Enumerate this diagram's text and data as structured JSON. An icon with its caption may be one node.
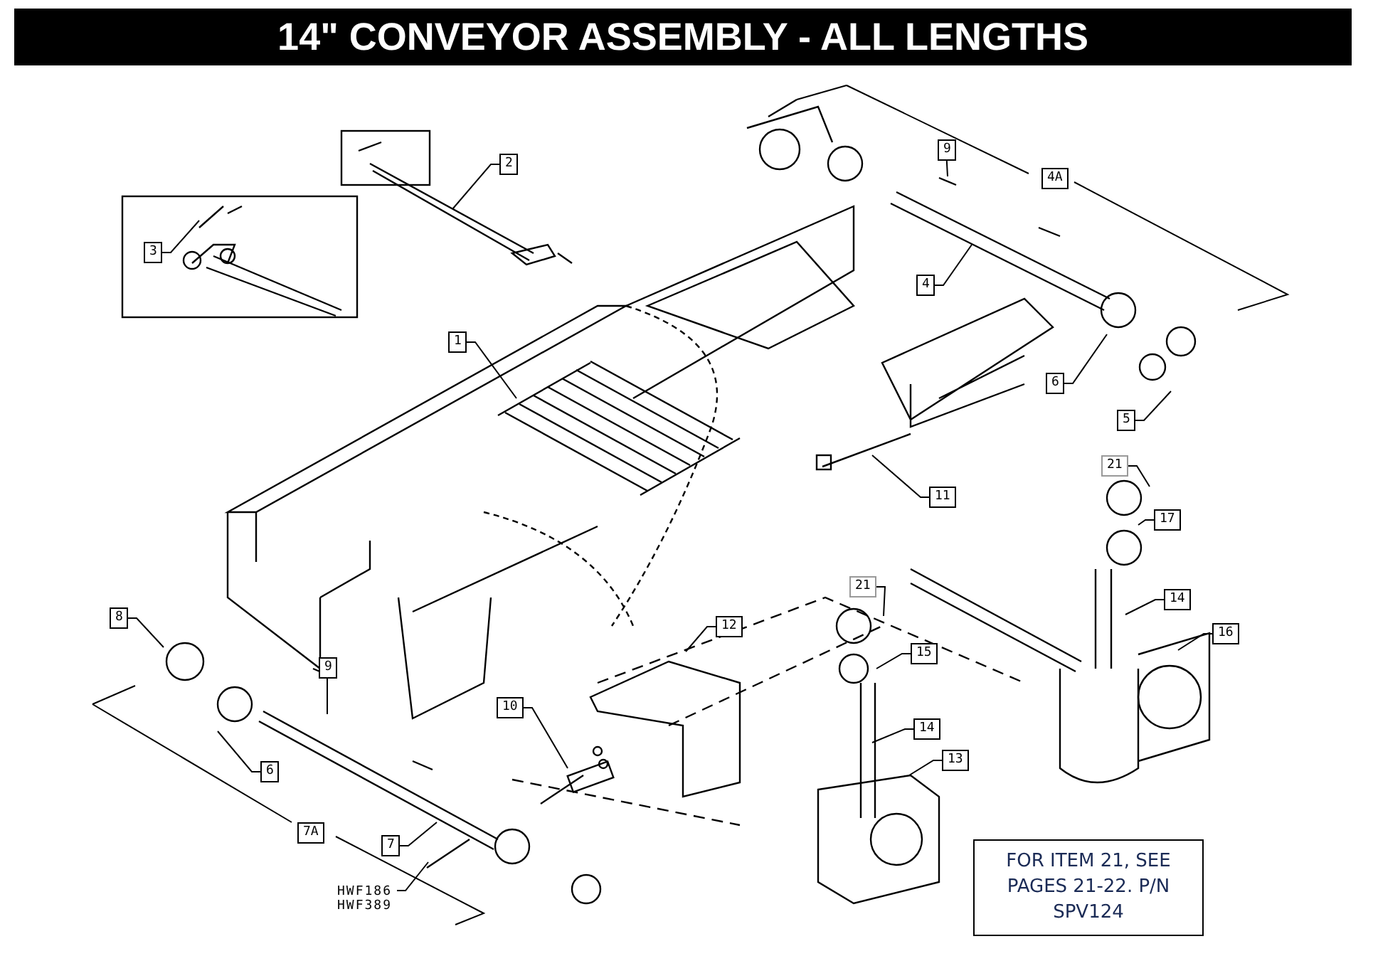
{
  "diagram": {
    "title": "14\" CONVEYOR ASSEMBLY - ALL LENGTHS",
    "nodes": [
      {
        "text": [
          "2"
        ]
      },
      {
        "text": [
          "3"
        ]
      },
      {
        "text": [
          "9"
        ]
      },
      {
        "text": [
          "4A"
        ]
      },
      {
        "text": [
          "4"
        ]
      },
      {
        "text": [
          "1"
        ]
      },
      {
        "text": [
          "6"
        ]
      },
      {
        "text": [
          "5"
        ]
      },
      {
        "text": [
          "11"
        ]
      },
      {
        "text": [
          "21"
        ]
      },
      {
        "text": [
          "17"
        ]
      },
      {
        "text": [
          "8"
        ]
      },
      {
        "text": [
          "9"
        ]
      },
      {
        "text": [
          "14"
        ]
      },
      {
        "text": [
          "16"
        ]
      },
      {
        "text": [
          "12"
        ]
      },
      {
        "text": [
          "21"
        ]
      },
      {
        "text": [
          "15"
        ]
      },
      {
        "text": [
          "10"
        ]
      },
      {
        "text": [
          "6"
        ]
      },
      {
        "text": [
          "14"
        ]
      },
      {
        "text": [
          "13"
        ]
      },
      {
        "text": [
          "7A"
        ]
      },
      {
        "text": [
          "7"
        ]
      },
      {
        "text": [
          "HWF186 HWF389"
        ]
      },
      {
        "text": [
          "FOR ITEM 21, SEE PAGES 21-22. P/N SPV124"
        ]
      }
    ],
    "edges": [
      {
        "from": 0,
        "to": null,
        "arrow": "none"
      },
      {
        "from": 1,
        "to": null,
        "arrow": "none"
      },
      {
        "from": 2,
        "to": null,
        "arrow": "none"
      },
      {
        "from": 4,
        "to": null,
        "arrow": "none"
      },
      {
        "from": 5,
        "to": null,
        "arrow": "none"
      },
      {
        "from": 6,
        "to": null,
        "arrow": "none"
      },
      {
        "from": 7,
        "to": null,
        "arrow": "none"
      },
      {
        "from": 8,
        "to": null,
        "arrow": "none"
      },
      {
        "from": 9,
        "to": null,
        "arrow": "none"
      },
      {
        "from": 10,
        "to": null,
        "arrow": "none"
      },
      {
        "from": 11,
        "to": null,
        "arrow": "none"
      },
      {
        "from": 12,
        "to": null,
        "arrow": "none"
      },
      {
        "from": 13,
        "to": null,
        "arrow": "none"
      },
      {
        "from": 14,
        "to": null,
        "arrow": "none"
      },
      {
        "from": 15,
        "to": null,
        "arrow": "none"
      },
      {
        "from": 16,
        "to": null,
        "arrow": "none"
      },
      {
        "from": 17,
        "to": null,
        "arrow": "none"
      },
      {
        "from": 18,
        "to": null,
        "arrow": "none"
      },
      {
        "from": 19,
        "to": null,
        "arrow": "none"
      },
      {
        "from": 20,
        "to": null,
        "arrow": "none"
      },
      {
        "from": 21,
        "to": null,
        "arrow": "none"
      },
      {
        "from": 23,
        "to": null,
        "arrow": "none"
      },
      {
        "from": 24,
        "to": null,
        "arrow": "none"
      }
    ]
  }
}
